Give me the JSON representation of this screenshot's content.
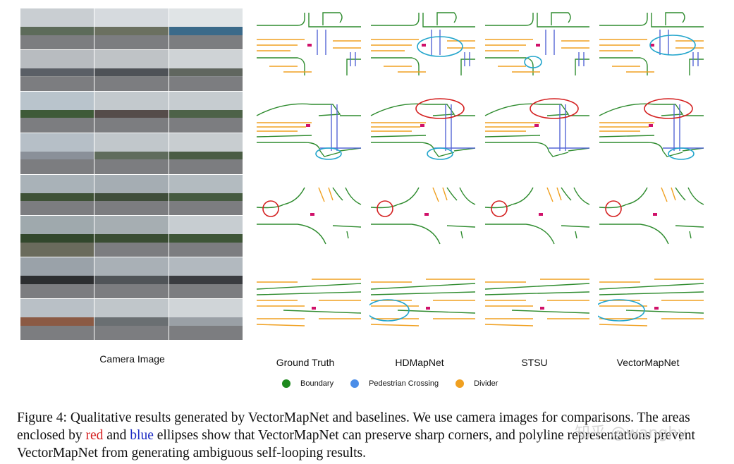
{
  "column_labels": {
    "camera": "Camera Image",
    "gt": "Ground Truth",
    "hd": "HDMapNet",
    "stsu": "STSU",
    "vm": "VectorMapNet"
  },
  "legend": [
    {
      "label": "Boundary",
      "color": "#1e8a1e"
    },
    {
      "label": "Pedestrian Crossing",
      "color": "#4a8de8"
    },
    {
      "label": "Divider",
      "color": "#f0a020"
    }
  ],
  "colors": {
    "boundary": "#2e8b2e",
    "crossing": "#5566d6",
    "divider": "#f0a020",
    "ego": "#d0116a",
    "highlight_red": "#d42020",
    "highlight_blue": "#22a5cc"
  },
  "caption": {
    "part1": "Figure 4: Qualitative results generated by VectorMapNet and baselines. We use camera images for comparisons. The areas enclosed by ",
    "red_word": "red",
    "part2": " and ",
    "blue_word": "blue",
    "part3": " ellipses show that VectorMapNet can preserve sharp corners, and polyline representations prevent VectorMapNet from generating ambiguous self-looping results."
  },
  "watermark": "知乎 @wanghy"
}
